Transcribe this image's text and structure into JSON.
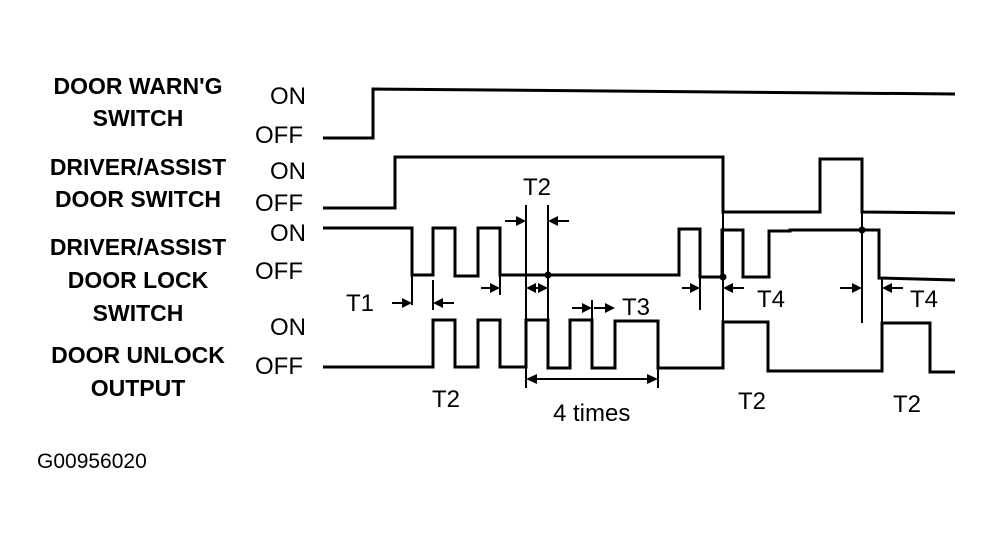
{
  "signals": [
    {
      "label_lines": [
        "DOOR WARN'G",
        "SWITCH"
      ],
      "on": "ON",
      "off": "OFF"
    },
    {
      "label_lines": [
        "DRIVER/ASSIST",
        "DOOR SWITCH"
      ],
      "on": "ON",
      "off": "OFF"
    },
    {
      "label_lines": [
        "DRIVER/ASSIST",
        "DOOR LOCK",
        "SWITCH"
      ],
      "on": "ON",
      "off": "OFF"
    },
    {
      "label_lines": [
        "DOOR UNLOCK",
        "OUTPUT"
      ],
      "on": "ON",
      "off": "OFF"
    }
  ],
  "timing_labels": {
    "t1": "T1",
    "t2_top": "T2",
    "t3": "T3",
    "t4_a": "T4",
    "t4_b": "T4",
    "t2_a": "T2",
    "t2_b": "T2",
    "t2_c": "T2",
    "count": "4 times"
  },
  "figure_id": "G00956020",
  "colors": {
    "ink": "#000000",
    "paper": "#ffffff"
  }
}
